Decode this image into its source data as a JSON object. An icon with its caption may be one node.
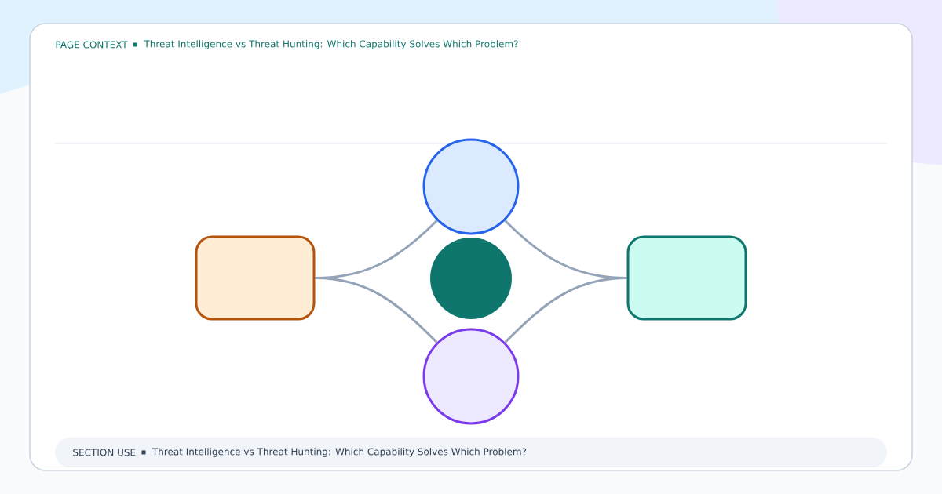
{
  "diagram": {
    "nodes": [
      {
        "text": [],
        "shape": "circle"
      },
      {
        "text": [],
        "shape": "box"
      },
      {
        "text": [],
        "shape": "circle"
      },
      {
        "text": [],
        "shape": "box"
      },
      {
        "text": [],
        "shape": "circle"
      },
      {
        "text": [
          "SECTION USE",
          "Threat Intelligence vs Threat Hunting: Which Capability Solves Which Problem?"
        ]
      }
    ],
    "edges": [
      {
        "from": 1,
        "to": 0,
        "arrow": "none"
      },
      {
        "from": 0,
        "to": 3,
        "arrow": "none"
      },
      {
        "from": 1,
        "to": 4,
        "arrow": "none"
      },
      {
        "from": 3,
        "to": 4,
        "arrow": "none"
      }
    ],
    "labels": [
      "PAGE CONTEXT",
      "Threat Intelligence vs Threat Hunting: Which Capability Solves Which Problem?"
    ]
  }
}
